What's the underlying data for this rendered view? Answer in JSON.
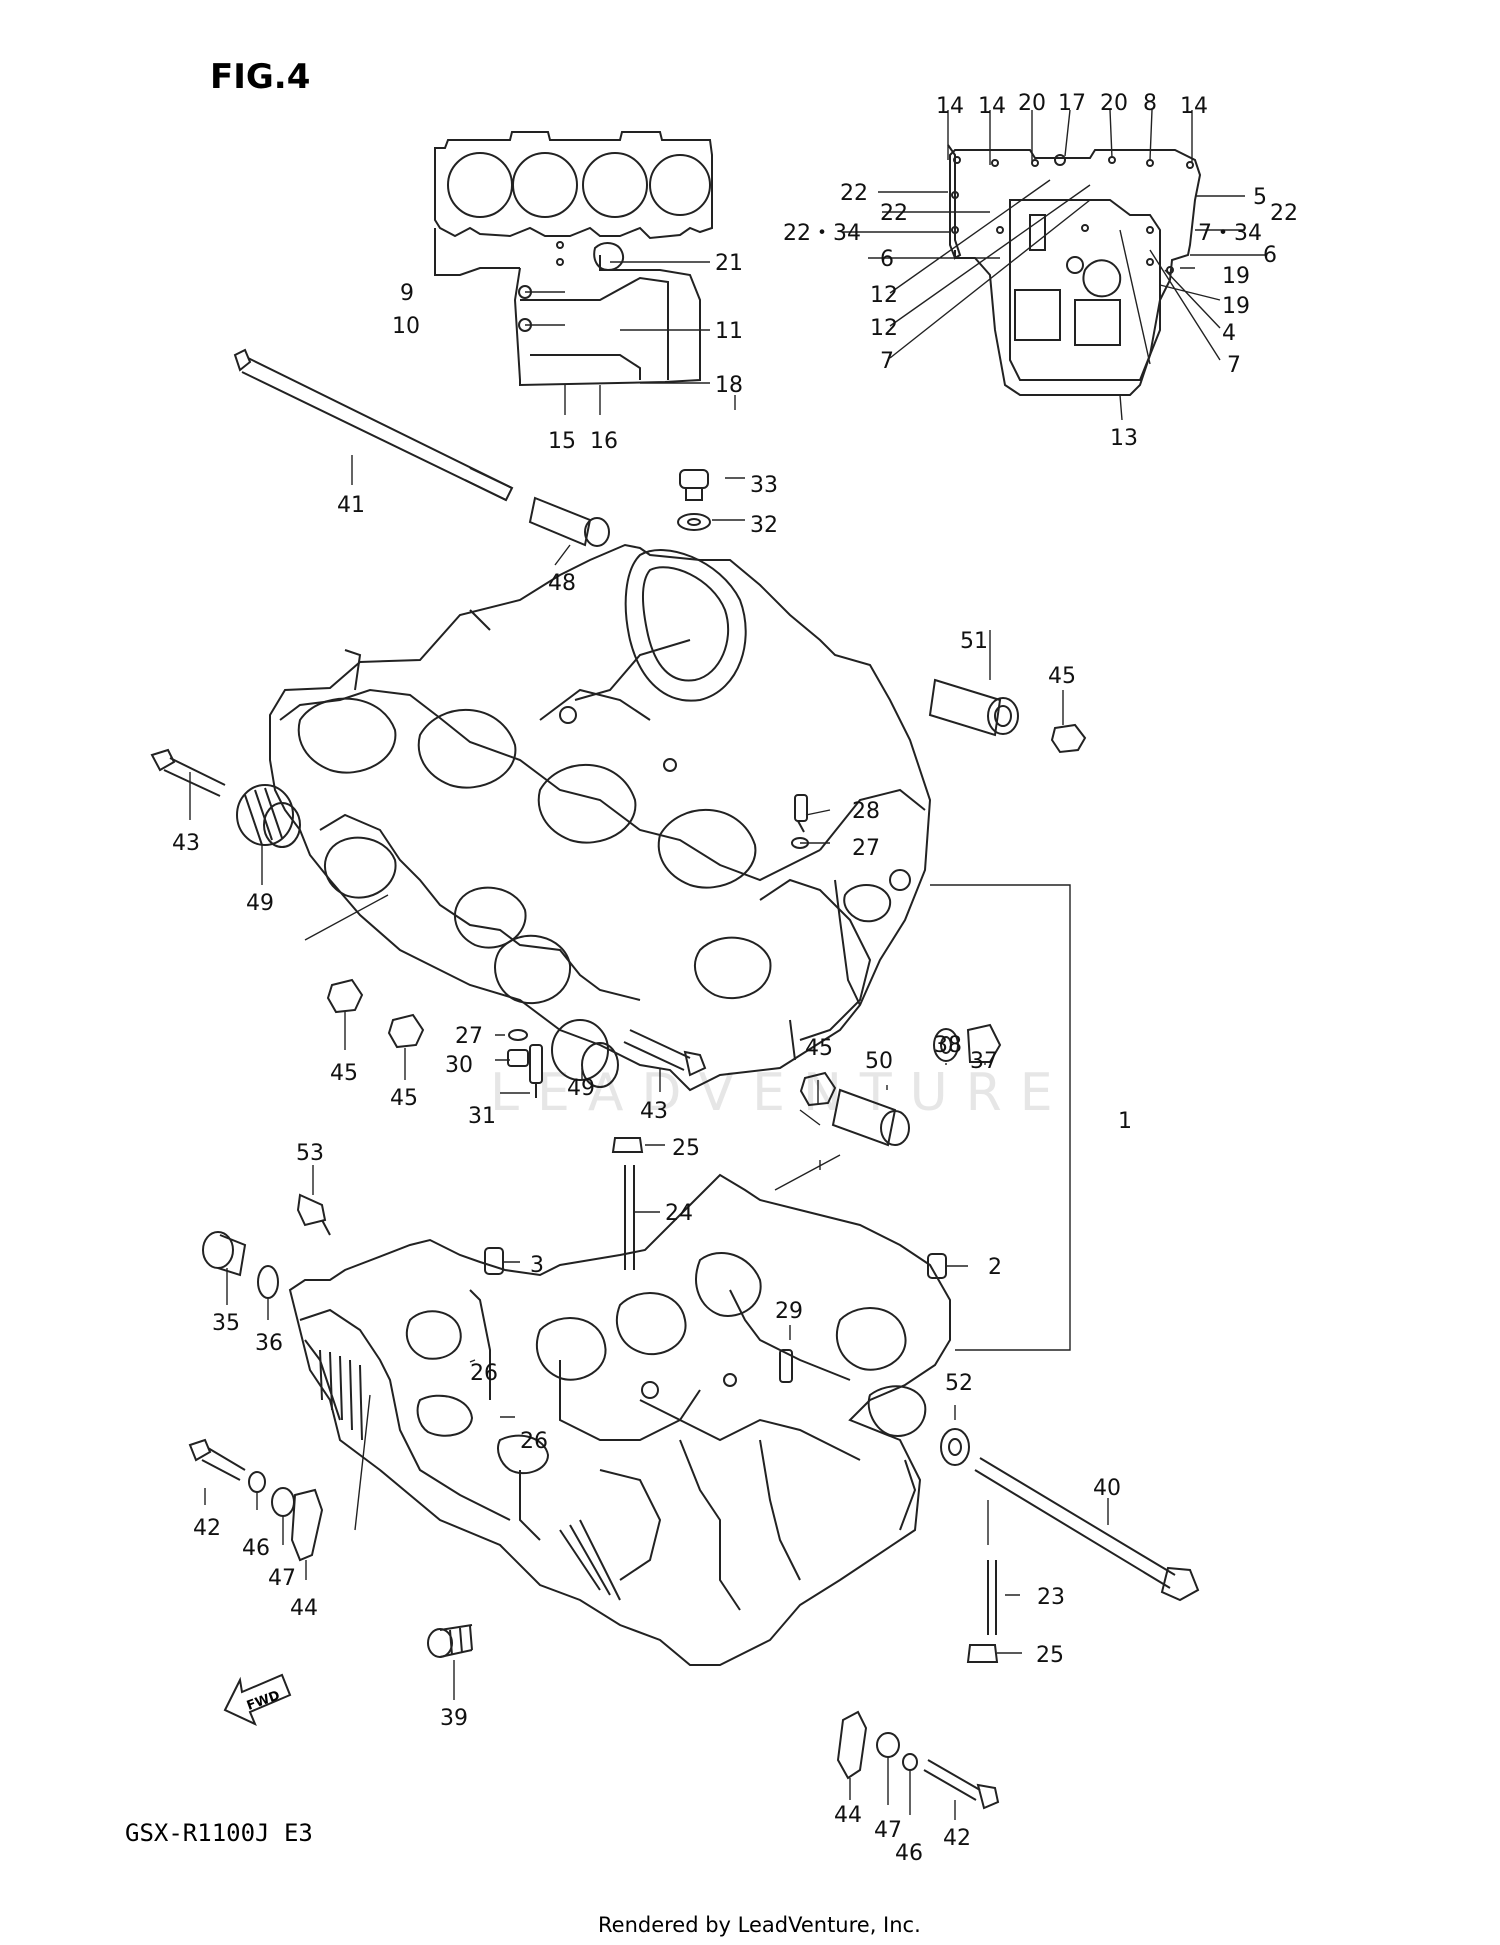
{
  "figure": {
    "title": "FIG.4",
    "model": "GSX-R1100J E3",
    "credit": "Rendered by LeadVenture, Inc.",
    "watermark": "LEADVENTURE",
    "fwd_label": "FWD"
  },
  "callouts": [
    {
      "id": "c14a",
      "text": "14"
    },
    {
      "id": "c14b",
      "text": "14"
    },
    {
      "id": "c20a",
      "text": "20"
    },
    {
      "id": "c17",
      "text": "17"
    },
    {
      "id": "c20b",
      "text": "20"
    },
    {
      "id": "c8",
      "text": "8"
    },
    {
      "id": "c14c",
      "text": "14"
    },
    {
      "id": "c22a",
      "text": "22"
    },
    {
      "id": "c22b",
      "text": "22"
    },
    {
      "id": "c2234",
      "text": "22・34"
    },
    {
      "id": "c6a",
      "text": "6"
    },
    {
      "id": "c12a",
      "text": "12"
    },
    {
      "id": "c12b",
      "text": "12"
    },
    {
      "id": "c7a",
      "text": "7"
    },
    {
      "id": "c5",
      "text": "5"
    },
    {
      "id": "c22c",
      "text": "22"
    },
    {
      "id": "c734",
      "text": "7・34"
    },
    {
      "id": "c6b",
      "text": "6"
    },
    {
      "id": "c19a",
      "text": "19"
    },
    {
      "id": "c19b",
      "text": "19"
    },
    {
      "id": "c4",
      "text": "4"
    },
    {
      "id": "c7b",
      "text": "7"
    },
    {
      "id": "c13",
      "text": "13"
    },
    {
      "id": "c21",
      "text": "21"
    },
    {
      "id": "c9",
      "text": "9"
    },
    {
      "id": "c11",
      "text": "11"
    },
    {
      "id": "c10",
      "text": "10"
    },
    {
      "id": "c18",
      "text": "18"
    },
    {
      "id": "c15",
      "text": "15"
    },
    {
      "id": "c16",
      "text": "16"
    },
    {
      "id": "c41",
      "text": "41"
    },
    {
      "id": "c33",
      "text": "33"
    },
    {
      "id": "c32",
      "text": "32"
    },
    {
      "id": "c48",
      "text": "48"
    },
    {
      "id": "c51",
      "text": "51"
    },
    {
      "id": "c45a",
      "text": "45"
    },
    {
      "id": "c43a",
      "text": "43"
    },
    {
      "id": "c49a",
      "text": "49"
    },
    {
      "id": "c28",
      "text": "28"
    },
    {
      "id": "c27a",
      "text": "27"
    },
    {
      "id": "c45b",
      "text": "45"
    },
    {
      "id": "c45c",
      "text": "45"
    },
    {
      "id": "c27b",
      "text": "27"
    },
    {
      "id": "c30",
      "text": "30"
    },
    {
      "id": "c31",
      "text": "31"
    },
    {
      "id": "c49b",
      "text": "49"
    },
    {
      "id": "c43b",
      "text": "43"
    },
    {
      "id": "c45d",
      "text": "45"
    },
    {
      "id": "c50",
      "text": "50"
    },
    {
      "id": "c38",
      "text": "38"
    },
    {
      "id": "c37",
      "text": "37"
    },
    {
      "id": "c1",
      "text": "1"
    },
    {
      "id": "c53",
      "text": "53"
    },
    {
      "id": "c25a",
      "text": "25"
    },
    {
      "id": "c24",
      "text": "24"
    },
    {
      "id": "c3",
      "text": "3"
    },
    {
      "id": "c2",
      "text": "2"
    },
    {
      "id": "c35",
      "text": "35"
    },
    {
      "id": "c36",
      "text": "36"
    },
    {
      "id": "c29",
      "text": "29"
    },
    {
      "id": "c26a",
      "text": "26"
    },
    {
      "id": "c26b",
      "text": "26"
    },
    {
      "id": "c52",
      "text": "52"
    },
    {
      "id": "c40",
      "text": "40"
    },
    {
      "id": "c42a",
      "text": "42"
    },
    {
      "id": "c46a",
      "text": "46"
    },
    {
      "id": "c47a",
      "text": "47"
    },
    {
      "id": "c44a",
      "text": "44"
    },
    {
      "id": "c23",
      "text": "23"
    },
    {
      "id": "c25b",
      "text": "25"
    },
    {
      "id": "c39",
      "text": "39"
    },
    {
      "id": "c44b",
      "text": "44"
    },
    {
      "id": "c47b",
      "text": "47"
    },
    {
      "id": "c46b",
      "text": "46"
    },
    {
      "id": "c42b",
      "text": "42"
    }
  ]
}
